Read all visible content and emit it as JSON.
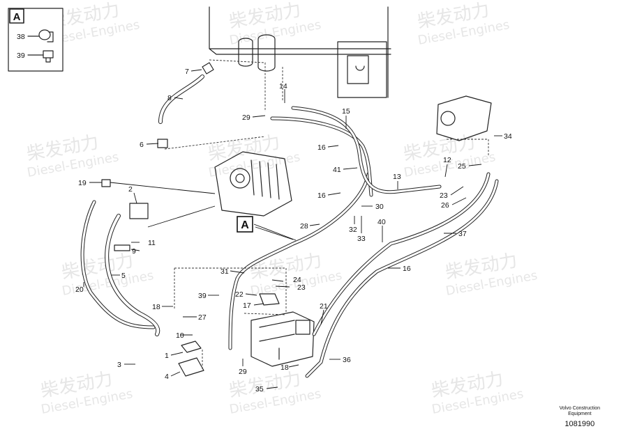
{
  "diagram": {
    "detail_label": "A",
    "detail_callout": "A",
    "part_labels": [
      {
        "id": "p38",
        "text": "38"
      },
      {
        "id": "p39a",
        "text": "39"
      },
      {
        "id": "p7",
        "text": "7"
      },
      {
        "id": "p8",
        "text": "8"
      },
      {
        "id": "p6",
        "text": "6"
      },
      {
        "id": "p14",
        "text": "14"
      },
      {
        "id": "p29a",
        "text": "29"
      },
      {
        "id": "p15",
        "text": "15"
      },
      {
        "id": "p16a",
        "text": "16"
      },
      {
        "id": "p41",
        "text": "41"
      },
      {
        "id": "p13",
        "text": "13"
      },
      {
        "id": "p12",
        "text": "12"
      },
      {
        "id": "p25",
        "text": "25"
      },
      {
        "id": "p34",
        "text": "34"
      },
      {
        "id": "p23a",
        "text": "23"
      },
      {
        "id": "p26",
        "text": "26"
      },
      {
        "id": "p19",
        "text": "19"
      },
      {
        "id": "p2",
        "text": "2"
      },
      {
        "id": "p16b",
        "text": "16"
      },
      {
        "id": "p30",
        "text": "30"
      },
      {
        "id": "p32",
        "text": "32"
      },
      {
        "id": "p33",
        "text": "33"
      },
      {
        "id": "p28",
        "text": "28"
      },
      {
        "id": "p40",
        "text": "40"
      },
      {
        "id": "p37",
        "text": "37"
      },
      {
        "id": "p11",
        "text": "11"
      },
      {
        "id": "p9",
        "text": "9"
      },
      {
        "id": "p5",
        "text": "5"
      },
      {
        "id": "p31",
        "text": "31"
      },
      {
        "id": "p24",
        "text": "24"
      },
      {
        "id": "p23b",
        "text": "23"
      },
      {
        "id": "p16c",
        "text": "16"
      },
      {
        "id": "p20",
        "text": "20"
      },
      {
        "id": "p39b",
        "text": "39"
      },
      {
        "id": "p22",
        "text": "22"
      },
      {
        "id": "p17",
        "text": "17"
      },
      {
        "id": "p18a",
        "text": "18"
      },
      {
        "id": "p27",
        "text": "27"
      },
      {
        "id": "p21",
        "text": "21"
      },
      {
        "id": "p10",
        "text": "10"
      },
      {
        "id": "p1",
        "text": "1"
      },
      {
        "id": "p36",
        "text": "36"
      },
      {
        "id": "p3",
        "text": "3"
      },
      {
        "id": "p18b",
        "text": "18"
      },
      {
        "id": "p4",
        "text": "4"
      },
      {
        "id": "p29b",
        "text": "29"
      },
      {
        "id": "p35",
        "text": "35"
      }
    ]
  },
  "watermark": {
    "brand_cn": "柴发动力",
    "brand_en": "Diesel-Engines"
  },
  "footer": {
    "line1": "Volvo Construction",
    "line2": "Equipment",
    "doc_number": "1081990"
  }
}
